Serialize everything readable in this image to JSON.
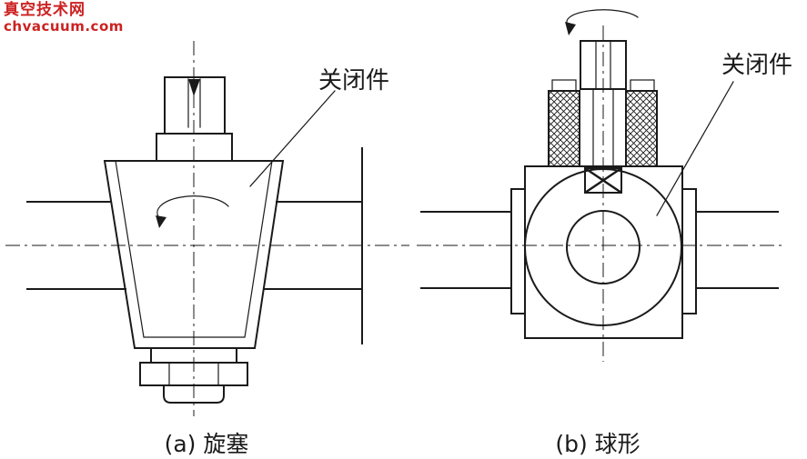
{
  "watermark": {
    "title": "真空技术网",
    "url_text": "chvacuum.com"
  },
  "drawings": {
    "plug_valve": {
      "annotation": "关闭件",
      "caption": "(a) 旋塞"
    },
    "ball_valve": {
      "annotation": "关闭件",
      "caption": "(b) 球形"
    }
  },
  "colors": {
    "line": "#1a1a1a",
    "watermark": "#cc2222",
    "background": "#ffffff"
  }
}
